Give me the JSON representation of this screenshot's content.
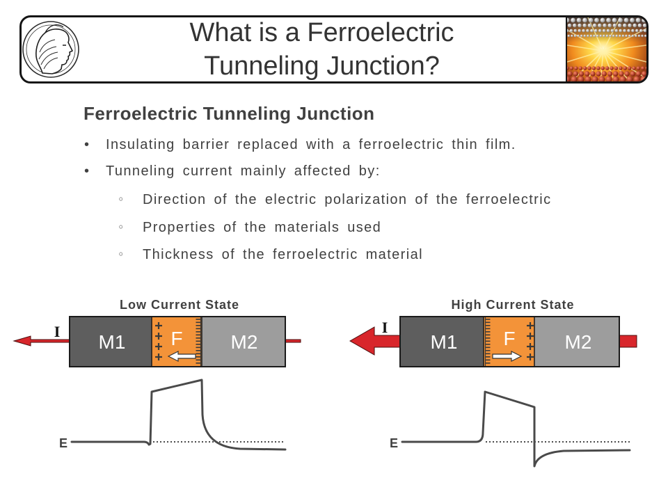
{
  "header": {
    "title_lines": [
      "What is a Ferroelectric",
      "Tunneling Junction?"
    ],
    "logo_icon": "minerva-logo-icon",
    "banner_icon": "crystal-lattice-icon"
  },
  "content": {
    "heading": "Ferroelectric Tunneling Junction",
    "bullet_glyph": "•",
    "sub_bullet_glyph": "◦",
    "bullets": [
      {
        "text": "Insulating barrier replaced with a ferroelectric thin film."
      },
      {
        "text": "Tunneling current mainly affected by:",
        "sub": [
          "Direction of the electric polarization of the ferroelectric",
          "Properties of the materials used",
          "Thickness of the ferroelectric material"
        ]
      }
    ]
  },
  "diagrams": [
    {
      "state_label": "Low Current State",
      "current_symbol": "I",
      "layers": [
        "M1",
        "F",
        "M2"
      ],
      "energy_symbol": "E",
      "current_arrow_icon": "thin-arrow-left-icon",
      "polarization_icon": "arrow-left-icon"
    },
    {
      "state_label": "High Current State",
      "current_symbol": "I",
      "layers": [
        "M1",
        "F",
        "M2"
      ],
      "energy_symbol": "E",
      "current_arrow_icon": "thick-arrow-left-icon",
      "polarization_icon": "arrow-right-icon"
    }
  ],
  "colors": {
    "title": "#333333",
    "text": "#404040",
    "electrode_m1": "#5e5e5e",
    "ferroelectric": "#f39339",
    "electrode_m2": "#9d9d9d",
    "current_arrow": "#d8262b",
    "energy_line": "#4a4a4a",
    "charge_marks": "#3a3a3a"
  }
}
